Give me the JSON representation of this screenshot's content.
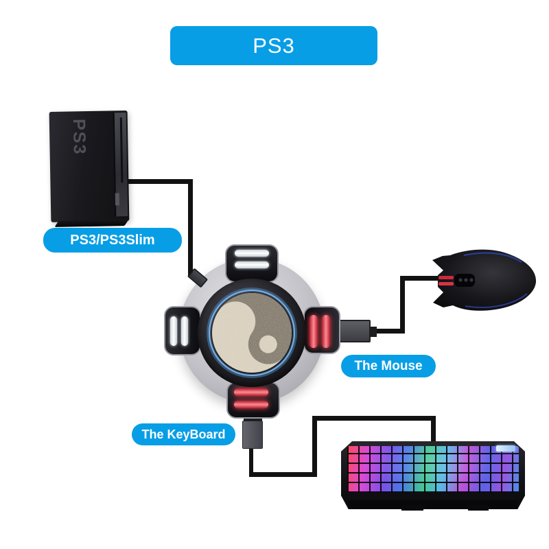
{
  "banner": {
    "label": "PS3"
  },
  "console": {
    "label": "PS3/PS3Slim",
    "logo": "PS3"
  },
  "mouse": {
    "label": "The Mouse"
  },
  "keyboard": {
    "label": "The KeyBoard"
  },
  "hub": {
    "center_icon": "yin-yang",
    "ports": {
      "top": "white",
      "left": "white",
      "right": "red",
      "bottom": "red"
    },
    "connections": [
      "console",
      "mouse",
      "keyboard"
    ]
  },
  "colors": {
    "accent_blue": "#089ee6",
    "port_red": "#ff4550",
    "port_white": "#f0f4f7",
    "wire": "#121212",
    "taiji_light": "#d9d0be",
    "taiji_dark": "#857d6f"
  }
}
